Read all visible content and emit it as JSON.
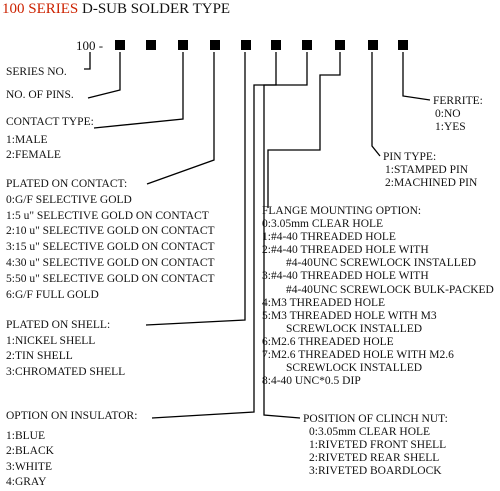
{
  "title": {
    "series": "100 SERIES",
    "rest": "D-SUB SOLDER TYPE"
  },
  "code": {
    "prefix": "100 -"
  },
  "labels": {
    "series_no": "SERIES NO.",
    "no_of_pins": "NO. OF PINS."
  },
  "contact_type": {
    "header": "CONTACT TYPE:",
    "items": [
      "1:MALE",
      "2:FEMALE"
    ]
  },
  "plated_contact": {
    "header": "PLATED ON CONTACT:",
    "items": [
      "0:G/F SELECTIVE GOLD",
      "1:5 u\" SELECTIVE GOLD ON CONTACT",
      "2:10 u\" SELECTIVE GOLD ON CONTACT",
      "3:15 u\" SELECTIVE GOLD ON CONTACT",
      "4:30 u\" SELECTIVE GOLD ON CONTACT",
      "5:50 u\" SELECTIVE GOLD ON CONTACT",
      "6:G/F FULL GOLD"
    ]
  },
  "plated_shell": {
    "header": "PLATED ON SHELL:",
    "items": [
      "1:NICKEL SHELL",
      "2:TIN SHELL",
      "3:CHROMATED SHELL"
    ]
  },
  "insulator": {
    "header": "OPTION ON INSULATOR:",
    "items": [
      "1:BLUE",
      "2:BLACK",
      "3:WHITE",
      "4:GRAY"
    ]
  },
  "ferrite": {
    "header": "FERRITE:",
    "items": [
      "0:NO",
      "1:YES"
    ]
  },
  "pin_type": {
    "header": "PIN TYPE:",
    "items": [
      "1:STAMPED PIN",
      "2:MACHINED PIN"
    ]
  },
  "flange": {
    "header": "FLANGE MOUNTING OPTION:",
    "items": [
      "0:3.05mm CLEAR HOLE",
      "1:#4-40 THREADED HOLE",
      "2:#4-40 THREADED HOLE WITH",
      "#4-40UNC SCREWLOCK INSTALLED",
      "3:#4-40 THREADED HOLE WITH",
      "#4-40UNC SCREWLOCK BULK-PACKED",
      "4:M3 THREADED HOLE",
      "5:M3 THREADED HOLE WITH M3",
      "SCREWLOCK INSTALLED",
      "6:M2.6 THREADED HOLE",
      "7:M2.6 THREADED HOLE WITH M2.6",
      "SCREWLOCK INSTALLED",
      "8:4-40 UNC*0.5 DIP"
    ]
  },
  "clinch_nut": {
    "header": "POSITION OF CLINCH NUT:",
    "items": [
      "0:3.05mm CLEAR HOLE",
      "1:RIVETED FRONT SHELL",
      "2:RIVETED REAR SHELL",
      "3:RIVETED BOARDLOCK"
    ]
  },
  "colors": {
    "series_red": "#cc2200",
    "line": "#000000"
  }
}
